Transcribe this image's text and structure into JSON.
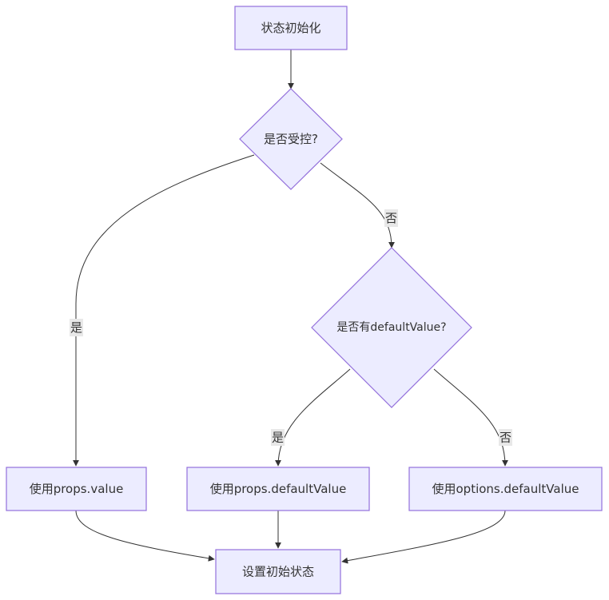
{
  "diagram": {
    "type": "flowchart",
    "colors": {
      "node_fill": "#ECECFF",
      "node_stroke": "#9370DB",
      "edge": "#333333",
      "label_bg": "#E8E8E8"
    },
    "nodes": {
      "start": "状态初始化",
      "is_controlled": "是否受控?",
      "has_default": "是否有defaultValue?",
      "use_props_value": "使用props.value",
      "use_props_default": "使用props.defaultValue",
      "use_options_default": "使用options.defaultValue",
      "set_initial": "设置初始状态"
    },
    "edge_labels": {
      "controlled_yes": "是",
      "controlled_no": "否",
      "default_yes": "是",
      "default_no": "否"
    }
  }
}
